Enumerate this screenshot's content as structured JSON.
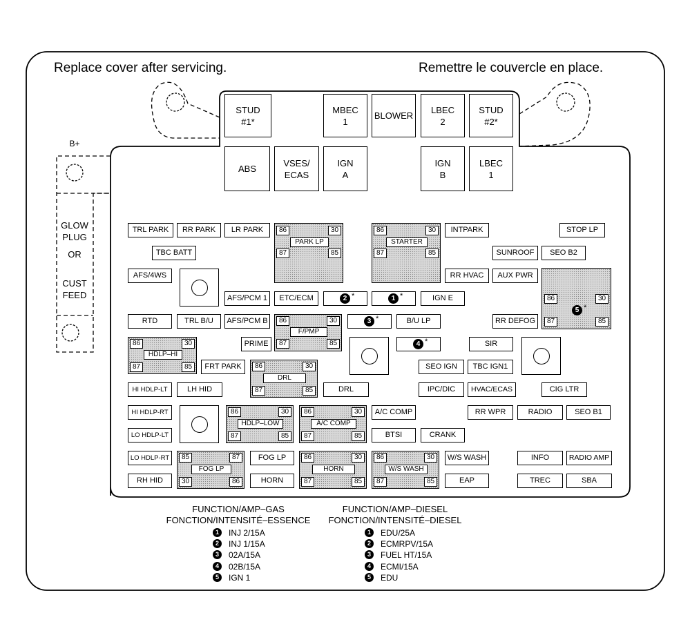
{
  "header": {
    "left": "Replace cover after servicing.",
    "right": "Remettre le couvercle en place."
  },
  "side": {
    "b_plus": "B+",
    "glow_plug": "GLOW\nPLUG",
    "or": "OR",
    "cust_feed": "CUST\nFEED"
  },
  "top_fuses": {
    "stud1": "STUD\n#1*",
    "mbec1": "MBEC\n1",
    "blower": "BLOWER",
    "lbec2": "LBEC\n2",
    "stud2": "STUD\n#2*",
    "abs": "ABS",
    "vses": "VSES/\nECAS",
    "ign_a": "IGN\nA",
    "ign_b": "IGN\nB",
    "lbec1": "LBEC\n1"
  },
  "fuses": {
    "trl_park": "TRL PARK",
    "rr_park": "RR PARK",
    "lr_park": "LR PARK",
    "tbc_batt": "TBC BATT",
    "afs_4ws": "AFS/4WS",
    "intpark": "INTPARK",
    "stop_lp": "STOP LP",
    "sunroof": "SUNROOF",
    "seo_b2": "SEO B2",
    "rr_hvac": "RR HVAC",
    "aux_pwr": "AUX PWR",
    "afs_pcm1": "AFS/PCM 1",
    "etc_ecm": "ETC/ECM",
    "ign_e": "IGN E",
    "rtd": "RTD",
    "trl_bu": "TRL B/U",
    "afs_pcmb": "AFS/PCM B",
    "bu_lp": "B/U LP",
    "rr_defog": "RR DEFOG",
    "prime": "PRIME",
    "sir": "SIR",
    "frt_park": "FRT PARK",
    "seo_ign": "SEO IGN",
    "tbc_ign1": "TBC IGN1",
    "hi_hdlp_lt": "HI HDLP-LT",
    "lh_hid": "LH HID",
    "drl": "DRL",
    "ipc_dic": "IPC/DIC",
    "hvac_ecas": "HVAC/ECAS",
    "cig_ltr": "CIG LTR",
    "hi_hdlp_rt": "HI HDLP-RT",
    "ac_comp_fuse": "A/C COMP",
    "rr_wpr": "RR WPR",
    "radio": "RADIO",
    "seo_b1": "SEO B1",
    "lo_hdlp_lt": "LO HDLP-LT",
    "btsi": "BTSI",
    "crank": "CRANK",
    "lo_hdlp_rt": "LO HDLP-RT",
    "fog_lp": "FOG LP",
    "ws_wash_fuse": "W/S WASH",
    "info": "INFO",
    "radio_amp": "RADIO AMP",
    "rh_hid": "RH HID",
    "horn": "HORN",
    "eap": "EAP",
    "trec": "TREC",
    "sba": "SBA"
  },
  "relays": {
    "park_lp": "PARK LP",
    "starter": "STARTER",
    "fpmp": "F/PMP",
    "hdlp_hi": "HDLP–HI",
    "drl": "DRL",
    "hdlp_low": "HDLP–LOW",
    "ac_comp": "A/C COMP",
    "fog_lp": "FOG LP",
    "horn": "HORN",
    "ws_wash": "W/S WASH"
  },
  "pins": {
    "p85": "85",
    "p86": "86",
    "p87": "87",
    "p30": "30"
  },
  "markers": {
    "n1": "1",
    "n2": "2",
    "n3": "3",
    "n4": "4",
    "n5": "5",
    "star": "*"
  },
  "legend": {
    "gas_title1": "FUNCTION/AMP–GAS",
    "gas_title2": "FONCTION/INTENSITÉ–ESSENCE",
    "diesel_title1": "FUNCTION/AMP–DIESEL",
    "diesel_title2": "FONCTION/INTENSITÉ–DIESEL",
    "gas": [
      "INJ 2/15A",
      "INJ 1/15A",
      "02A/15A",
      "02B/15A",
      "IGN 1"
    ],
    "diesel": [
      "EDU/25A",
      "ECMRPV/15A",
      "FUEL HT/15A",
      "ECMI/15A",
      "EDU"
    ]
  }
}
